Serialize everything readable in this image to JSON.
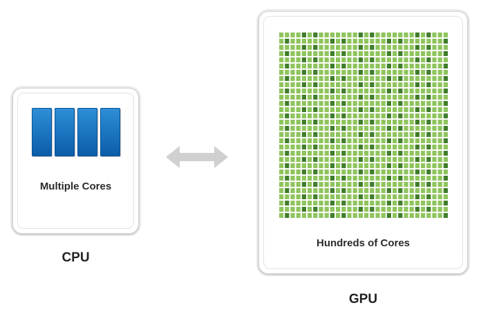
{
  "cpu": {
    "core_count": 4,
    "caption": "Multiple Cores",
    "title": "CPU",
    "core_color": "#1a73bf"
  },
  "gpu": {
    "caption": "Hundreds of Cores",
    "title": "GPU",
    "grid_columns": 30,
    "grid_rows": 30,
    "light_color": "#8fc45d",
    "dark_color": "#3f7d2b"
  },
  "arrow": {
    "type": "double-headed",
    "color": "#d0d0d0"
  }
}
